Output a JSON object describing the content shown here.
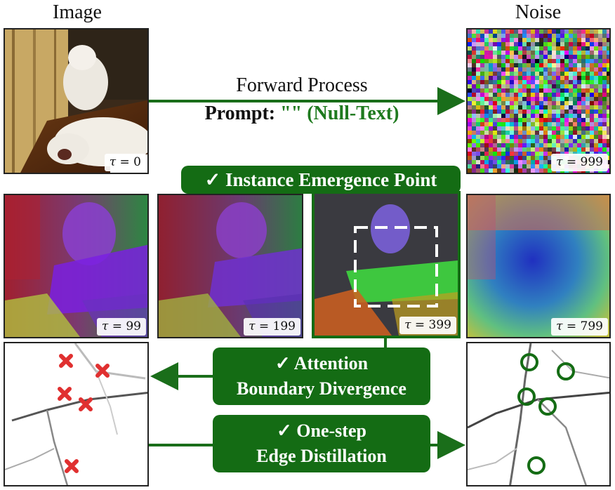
{
  "headers": {
    "image": "Image",
    "noise": "Noise"
  },
  "forward": {
    "label": "Forward Process",
    "prompt_label": "Prompt:",
    "prompt_value": "\"\" (Null-Text)"
  },
  "timesteps": {
    "t0": "0",
    "t999": "999",
    "t99": "99",
    "t199": "199",
    "t399": "399",
    "t799": "799"
  },
  "tau_symbol": "τ",
  "callouts": {
    "emergence": "✓ Instance Emergence Point",
    "attention_line1": "✓ Attention",
    "attention_line2": "Boundary Divergence",
    "distill_line1": "✓ One-step",
    "distill_line2": "Edge Distillation"
  },
  "colors": {
    "accent_green": "#146c14",
    "arrow_green": "#1a6e1a",
    "prompt_value_green": "#1e7a1e",
    "cross_red": "#e03030"
  }
}
